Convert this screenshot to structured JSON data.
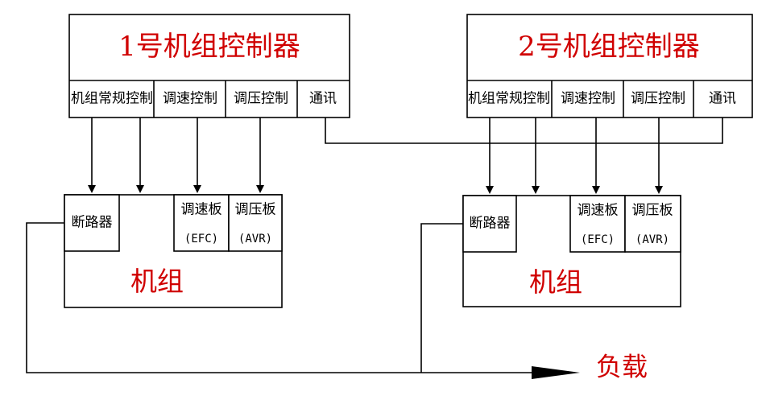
{
  "colors": {
    "line": "#000000",
    "title": "#d00000",
    "background": "#ffffff"
  },
  "controllers": [
    {
      "title": "1号机组控制器",
      "sections": [
        "机组常规控制",
        "调速控制",
        "调压控制",
        "通讯"
      ]
    },
    {
      "title": "2号机组控制器",
      "sections": [
        "机组常规控制",
        "调速控制",
        "调压控制",
        "通讯"
      ]
    }
  ],
  "units": [
    {
      "title": "机组",
      "breaker": "断路器",
      "speed_board": "调速板",
      "speed_board_code": "(EFC)",
      "voltage_board": "调压板",
      "voltage_board_code": "(AVR)"
    },
    {
      "title": "机组",
      "breaker": "断路器",
      "speed_board": "调速板",
      "speed_board_code": "(EFC)",
      "voltage_board": "调压板",
      "voltage_board_code": "(AVR)"
    }
  ],
  "load": {
    "label": "负载"
  }
}
